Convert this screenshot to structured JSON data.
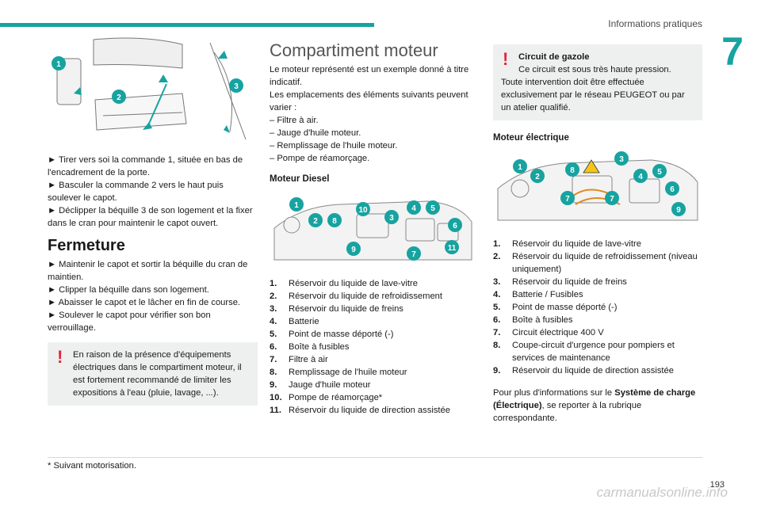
{
  "header": {
    "title": "Informations pratiques",
    "chapter": "7"
  },
  "col1": {
    "steps": [
      "► Tirer vers soi la commande 1, située en bas de l'encadrement de la porte.",
      "► Basculer la commande 2 vers le haut puis soulever le capot.",
      "► Déclipper la béquille 3 de son logement et la fixer dans le cran pour maintenir le capot ouvert."
    ],
    "figure_badges": [
      "1",
      "2",
      "3"
    ],
    "heading": "Fermeture",
    "closing_steps": [
      "► Maintenir le capot et sortir la béquille du cran de maintien.",
      "► Clipper la béquille dans son logement.",
      "► Abaisser le capot et le lâcher en fin de course.",
      "► Soulever le capot pour vérifier son bon verrouillage."
    ],
    "warning": "En raison de la présence d'équipements électriques dans le compartiment moteur, il est fortement recommandé de limiter les expositions à l'eau (pluie, lavage, ...)."
  },
  "col2": {
    "title": "Compartiment moteur",
    "intro": "Le moteur représenté est un exemple donné à titre indicatif.",
    "intro2": "Les emplacements des éléments suivants peuvent varier :",
    "dash_items": [
      "– Filtre à air.",
      "– Jauge d'huile moteur.",
      "– Remplissage de l'huile moteur.",
      "– Pompe de réamorçage."
    ],
    "subheading": "Moteur Diesel",
    "figure_badges": [
      "1",
      "2",
      "8",
      "10",
      "3",
      "4",
      "5",
      "6",
      "9",
      "7",
      "11"
    ],
    "items": [
      {
        "n": "1.",
        "t": "Réservoir du liquide de lave-vitre"
      },
      {
        "n": "2.",
        "t": "Réservoir du liquide de refroidissement"
      },
      {
        "n": "3.",
        "t": "Réservoir du liquide de freins"
      },
      {
        "n": "4.",
        "t": "Batterie"
      },
      {
        "n": "5.",
        "t": "Point de masse déporté (-)"
      },
      {
        "n": "6.",
        "t": "Boîte à fusibles"
      },
      {
        "n": "7.",
        "t": "Filtre à air"
      },
      {
        "n": "8.",
        "t": "Remplissage de l'huile moteur"
      },
      {
        "n": "9.",
        "t": "Jauge d'huile moteur"
      },
      {
        "n": "10.",
        "t": "Pompe de réamorçage*"
      },
      {
        "n": "11.",
        "t": "Réservoir du liquide de direction assistée"
      }
    ]
  },
  "col3": {
    "warning_title": "Circuit de gazole",
    "warning_line": "Ce circuit est sous très haute pression.",
    "warning_rest": "Toute intervention doit être effectuée exclusivement par le réseau PEUGEOT ou par un atelier qualifié.",
    "subheading": "Moteur électrique",
    "figure_badges": [
      "1",
      "2",
      "8",
      "3",
      "4",
      "5",
      "6",
      "7",
      "7",
      "9"
    ],
    "items": [
      {
        "n": "1.",
        "t": "Réservoir du liquide de lave-vitre"
      },
      {
        "n": "2.",
        "t": "Réservoir du liquide de refroidissement (niveau uniquement)"
      },
      {
        "n": "3.",
        "t": "Réservoir du liquide de freins"
      },
      {
        "n": "4.",
        "t": "Batterie / Fusibles"
      },
      {
        "n": "5.",
        "t": "Point de masse déporté (-)"
      },
      {
        "n": "6.",
        "t": "Boîte à fusibles"
      },
      {
        "n": "7.",
        "t": "Circuit électrique 400 V"
      },
      {
        "n": "8.",
        "t": "Coupe-circuit d'urgence pour pompiers et services de maintenance"
      },
      {
        "n": "9.",
        "t": "Réservoir du liquide de direction assistée"
      }
    ],
    "more_pre": "Pour plus d'informations sur le ",
    "more_bold": "Système de charge (Électrique)",
    "more_post": ", se reporter à la rubrique correspondante."
  },
  "footnote": "* Suivant motorisation.",
  "page_number": "193",
  "watermark": "carmanualsonline.info",
  "colors": {
    "accent": "#17a3a0",
    "warning": "#e5263c"
  }
}
